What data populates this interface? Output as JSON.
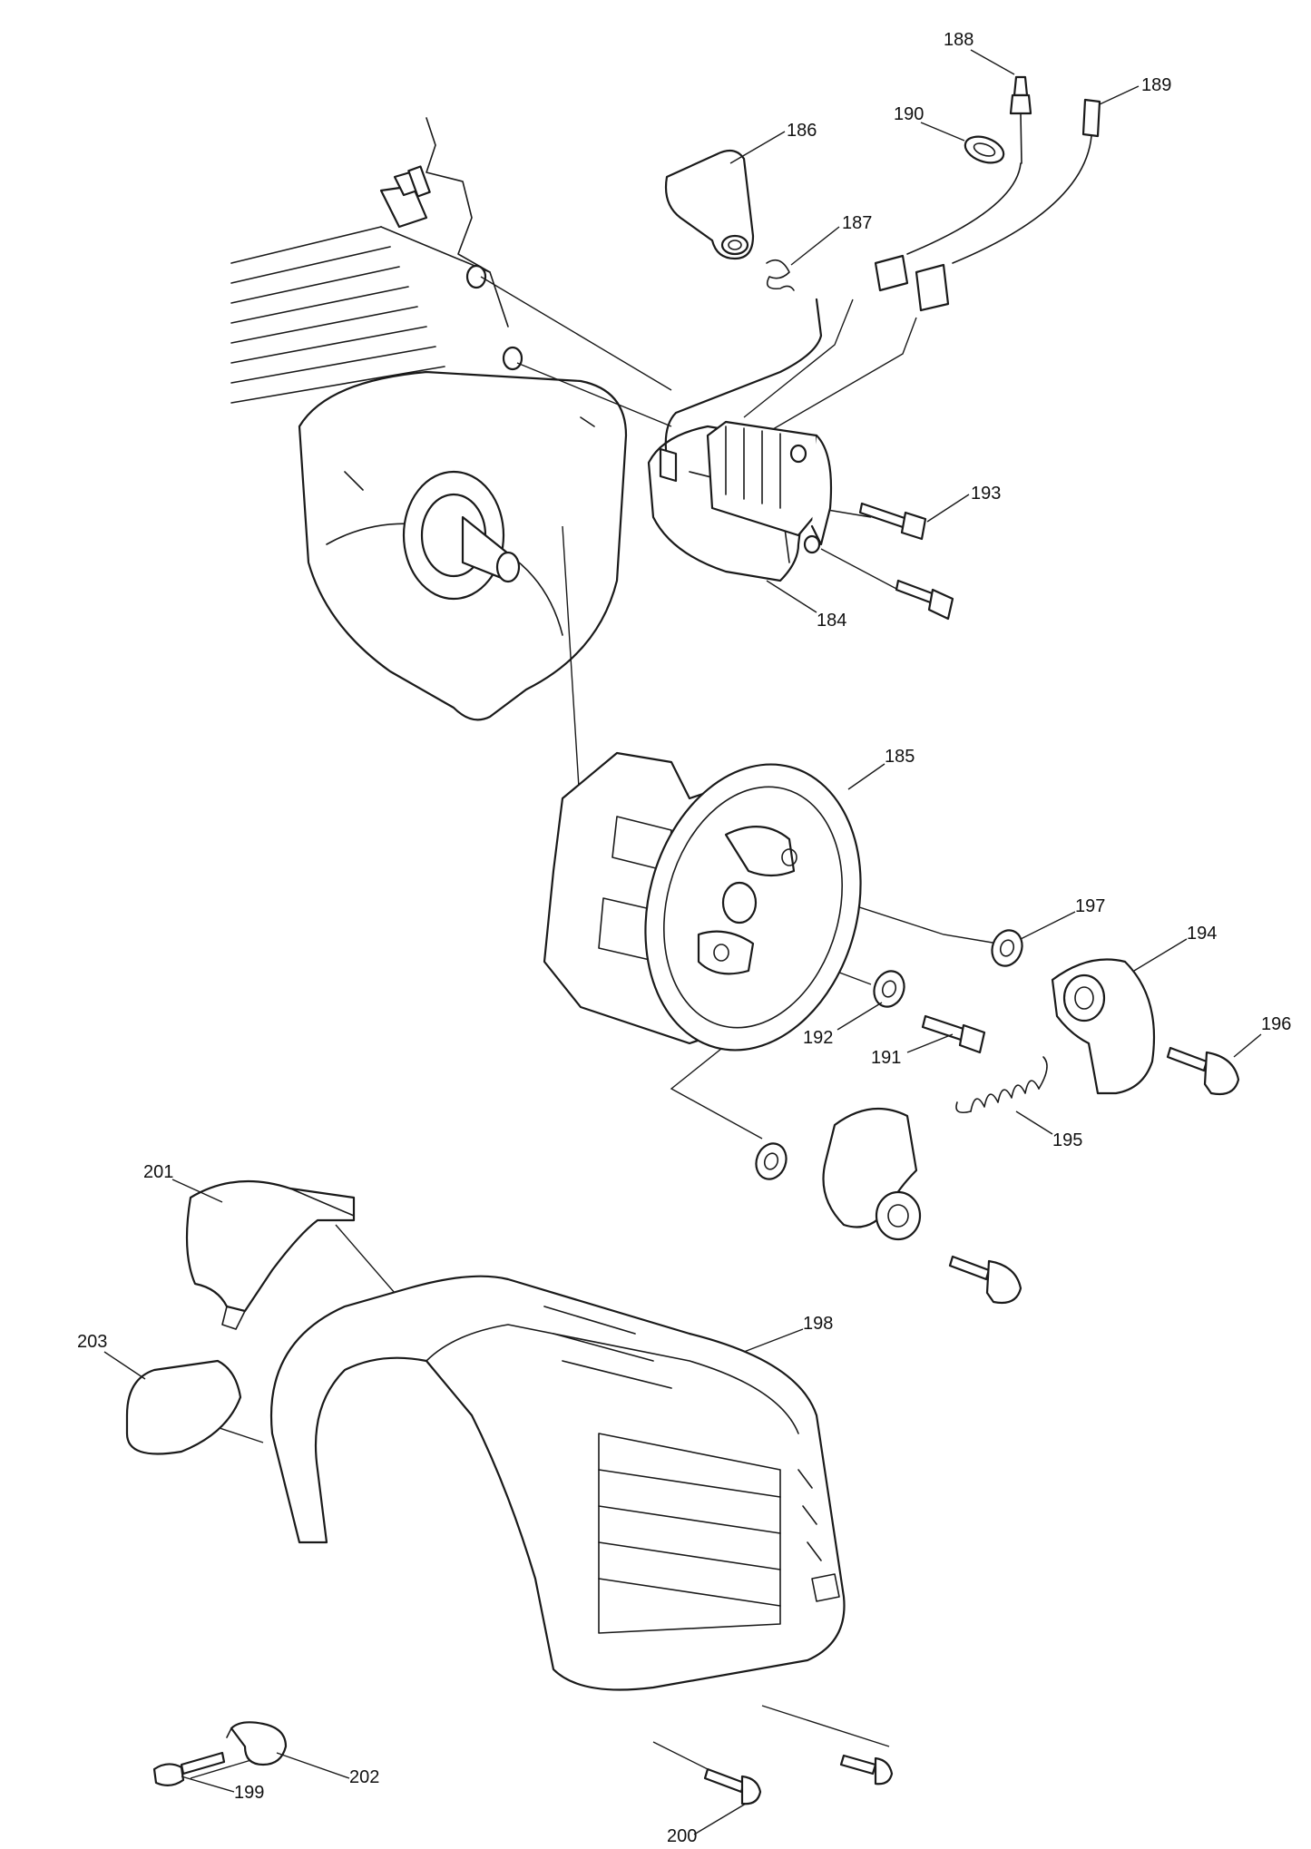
{
  "parts": [
    {
      "id": "p184",
      "label": "184"
    },
    {
      "id": "p185",
      "label": "185"
    },
    {
      "id": "p186",
      "label": "186"
    },
    {
      "id": "p187",
      "label": "187"
    },
    {
      "id": "p188",
      "label": "188"
    },
    {
      "id": "p189",
      "label": "189"
    },
    {
      "id": "p190",
      "label": "190"
    },
    {
      "id": "p191",
      "label": "191"
    },
    {
      "id": "p192",
      "label": "192"
    },
    {
      "id": "p193",
      "label": "193"
    },
    {
      "id": "p194",
      "label": "194"
    },
    {
      "id": "p195",
      "label": "195"
    },
    {
      "id": "p196",
      "label": "196"
    },
    {
      "id": "p197",
      "label": "197"
    },
    {
      "id": "p198",
      "label": "198"
    },
    {
      "id": "p199",
      "label": "199"
    },
    {
      "id": "p200",
      "label": "200"
    },
    {
      "id": "p201",
      "label": "201"
    },
    {
      "id": "p202",
      "label": "202"
    },
    {
      "id": "p203",
      "label": "203"
    }
  ]
}
